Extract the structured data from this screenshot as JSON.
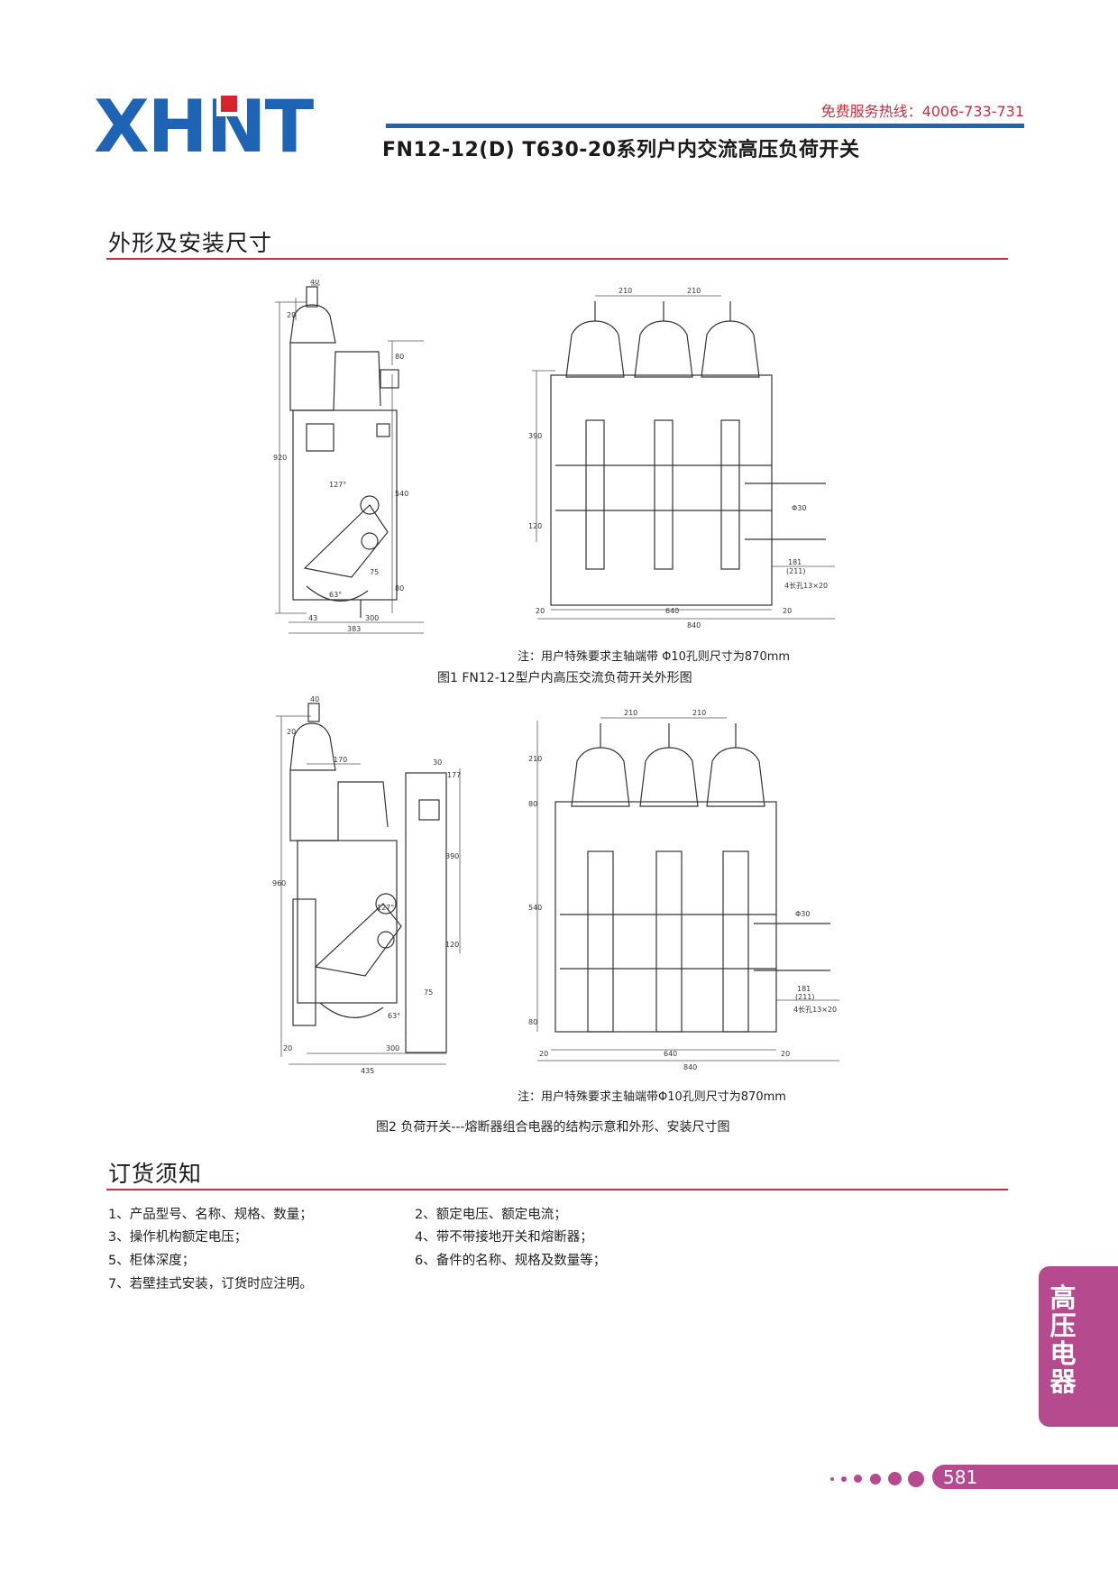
{
  "header": {
    "logo_text": "XHNT",
    "hotline_label": "免费服务热线：",
    "hotline_number": "4006-733-731",
    "product_title": "FN12-12(D) T630-20系列户内交流高压负荷开关"
  },
  "colors": {
    "brand_blue": "#1f63b5",
    "accent_red": "#c72e3f",
    "tab_purple": "#b64a8e"
  },
  "sections": {
    "dimensions_title": "外形及安装尺寸",
    "ordering_title": "订货须知"
  },
  "figure1": {
    "note": "注：用户特殊要求主轴端带 Φ10孔则尺寸为870mm",
    "caption": "图1 FN12-12型户内高压交流负荷开关外形图",
    "side_dims": [
      "40",
      "20",
      "80",
      "920",
      "540",
      "127°",
      "75",
      "63°",
      "80",
      "43",
      "300",
      "383"
    ],
    "front_dims": [
      "210",
      "210",
      "390",
      "120",
      "Φ30",
      "181",
      "(211)",
      "4长孔13×20",
      "20",
      "640",
      "20",
      "840"
    ]
  },
  "figure2": {
    "note": "注：用户特殊要求主轴端带Φ10孔则尺寸为870mm",
    "caption": "图2 负荷开关---熔断器组合电器的结构示意和外形、安装尺寸图",
    "side_dims": [
      "40",
      "20",
      "170",
      "30",
      "177",
      "390",
      "960",
      "127°",
      "120",
      "75",
      "63°",
      "20",
      "300",
      "435"
    ],
    "front_dims": [
      "210",
      "210",
      "210",
      "80",
      "540",
      "Φ30",
      "181",
      "(211)",
      "4长孔13×20",
      "80",
      "20",
      "640",
      "20",
      "840"
    ]
  },
  "ordering": {
    "items": [
      "1、产品型号、名称、规格、数量；",
      "2、额定电压、额定电流；",
      "3、操作机构额定电压；",
      "4、带不带接地开关和熔断器；",
      "5、柜体深度；",
      "6、备件的名称、规格及数量等；",
      "7、若壁挂式安装，订货时应注明。"
    ]
  },
  "side_tab": {
    "label": "高压电器"
  },
  "page": {
    "number": "581"
  }
}
